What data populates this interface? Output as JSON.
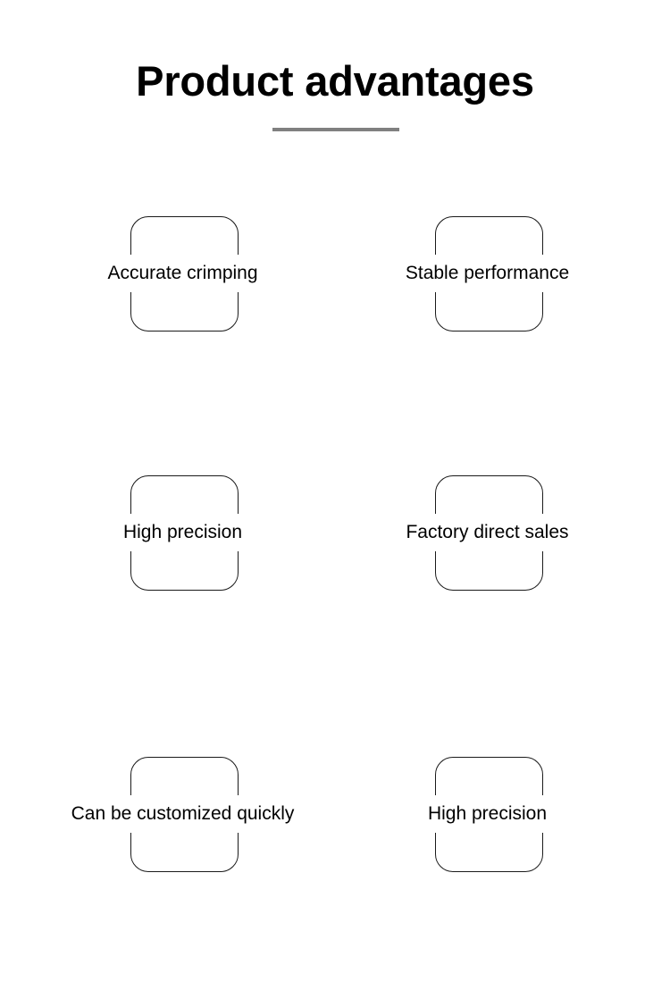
{
  "header": {
    "title": "Product advantages",
    "divider_color": "#808080"
  },
  "theme": {
    "background": "#ffffff",
    "text_color": "#000000",
    "box_border_color": "#1a1a1a",
    "divider_color": "#808080"
  },
  "advantages": {
    "columns": 2,
    "rows": 3,
    "items": [
      {
        "label": "Accurate crimping",
        "row": 0,
        "col": 0
      },
      {
        "label": "Stable performance",
        "row": 0,
        "col": 1
      },
      {
        "label": "High precision",
        "row": 1,
        "col": 0
      },
      {
        "label": "Factory direct sales",
        "row": 1,
        "col": 1
      },
      {
        "label": "Can be customized quickly",
        "row": 2,
        "col": 0
      },
      {
        "label": "High precision",
        "row": 2,
        "col": 1
      }
    ]
  }
}
